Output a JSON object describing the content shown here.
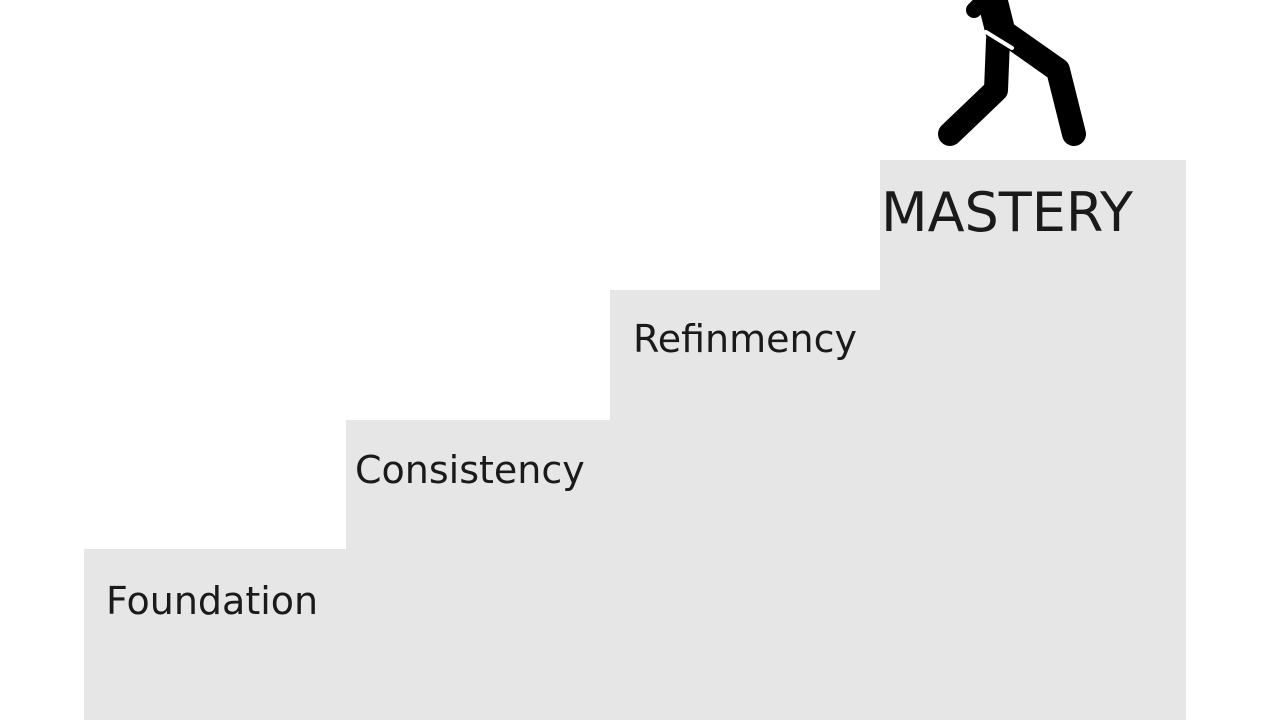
{
  "diagram": {
    "steps": [
      {
        "label": "Foundation"
      },
      {
        "label": "Consistency"
      },
      {
        "label": "Refinmency"
      },
      {
        "label": "MASTERY"
      }
    ],
    "colors": {
      "step_fill": "#e6e6e6",
      "background": "#ffffff",
      "text": "#1a1a1a",
      "figure": "#000000"
    },
    "figure_icon": "walking-person-icon"
  }
}
